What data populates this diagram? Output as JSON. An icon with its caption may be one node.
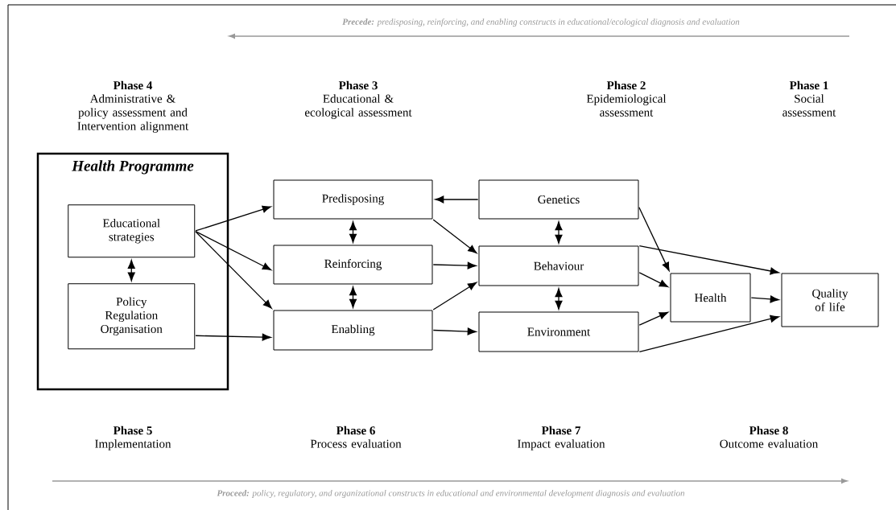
{
  "diagram": {
    "nodes": [
      {
        "text": [
          "Health Programme"
        ]
      },
      {
        "text": [
          "Educational strategies"
        ],
        "in": 0
      },
      {
        "text": [
          "Policy Regulation Organisation"
        ],
        "in": 0
      },
      {
        "text": [
          "Predisposing"
        ]
      },
      {
        "text": [
          "Reinforcing"
        ]
      },
      {
        "text": [
          "Enabling"
        ]
      },
      {
        "text": [
          "Genetics"
        ]
      },
      {
        "text": [
          "Behaviour"
        ]
      },
      {
        "text": [
          "Environment"
        ]
      },
      {
        "text": [
          "Health"
        ]
      },
      {
        "text": [
          "Quality of life"
        ]
      }
    ],
    "edges": [
      {
        "from": 1,
        "to": 3,
        "arrow": "to"
      },
      {
        "from": 1,
        "to": 4,
        "arrow": "to"
      },
      {
        "from": 1,
        "to": 5,
        "arrow": "to"
      },
      {
        "from": 2,
        "to": 5,
        "arrow": "to"
      },
      {
        "from": 1,
        "to": 2,
        "arrow": "both"
      },
      {
        "from": 3,
        "to": 4,
        "arrow": "both"
      },
      {
        "from": 4,
        "to": 5,
        "arrow": "both"
      },
      {
        "from": 6,
        "to": 3,
        "arrow": "to"
      },
      {
        "from": 3,
        "to": 7,
        "arrow": "to"
      },
      {
        "from": 4,
        "to": 7,
        "arrow": "to"
      },
      {
        "from": 5,
        "to": 7,
        "arrow": "to"
      },
      {
        "from": 5,
        "to": 8,
        "arrow": "to"
      },
      {
        "from": 6,
        "to": 7,
        "arrow": "both"
      },
      {
        "from": 7,
        "to": 8,
        "arrow": "both"
      },
      {
        "from": 6,
        "to": 9,
        "arrow": "to"
      },
      {
        "from": 7,
        "to": 9,
        "arrow": "to"
      },
      {
        "from": 8,
        "to": 9,
        "arrow": "to"
      },
      {
        "from": 9,
        "to": 10,
        "arrow": "to"
      },
      {
        "from": 7,
        "to": 10,
        "arrow": "to"
      },
      {
        "from": 8,
        "to": 10,
        "arrow": "to"
      }
    ],
    "labels": [
      "**Precede:** predisposing, reinforcing, and enabling constructs in educational/ecological diagnosis and evaluation",
      "Phase 4",
      "Administrative & policy assessment and Intervention alignment",
      "Phase 3",
      "Educational & ecological assessment",
      "Phase 2",
      "Epidemiological assessment",
      "Phase 1",
      "Social assessment",
      "Phase 5",
      "Implementation",
      "Phase 6",
      "Process evaluation",
      "Phase 7",
      "Impact evaluation",
      "Phase 8",
      "Outcome evaluation",
      "**Proceed:** policy, regulatory, and organizational constructs in educational and environmental development diagnosis and evaluation"
    ]
  }
}
